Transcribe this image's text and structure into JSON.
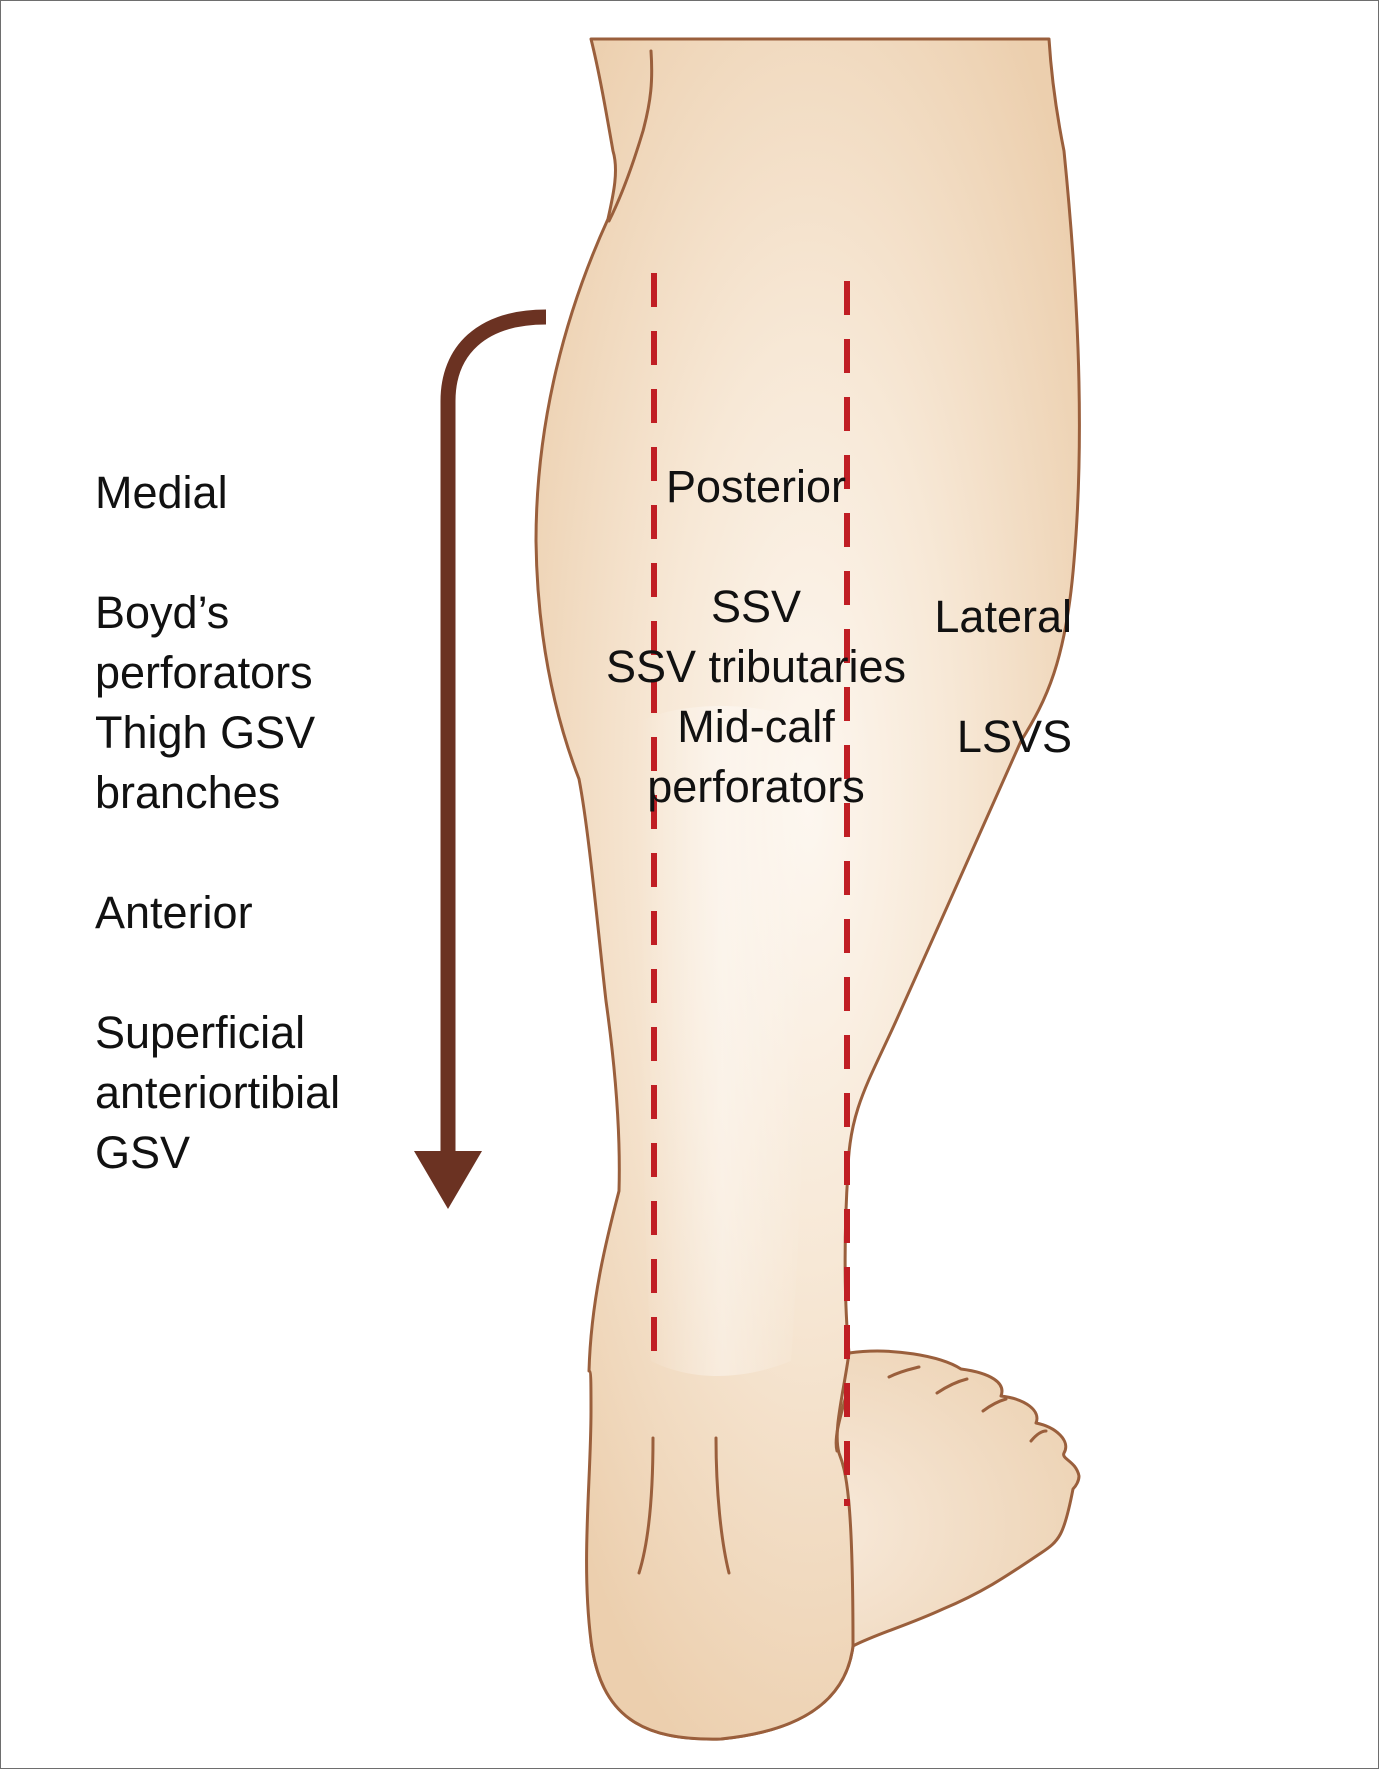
{
  "labels": {
    "medial": "Medial",
    "boyds_1": "Boyd’s",
    "boyds_2": "perforators",
    "thigh_1": "Thigh GSV",
    "thigh_2": "branches",
    "anterior": "Anterior",
    "superficial_1": "Superficial",
    "superficial_2": "anteriortibial",
    "superficial_3": "GSV",
    "posterior": "Posterior",
    "ssv": "SSV",
    "ssv_tributaries": "SSV tributaries",
    "midcalf_1": "Mid-calf",
    "midcalf_2": "perforators",
    "lateral": "Lateral",
    "lsvs": "LSVS"
  },
  "colors": {
    "skin_light": "#fdf7f0",
    "skin": "#f5e2cc",
    "skin_dark": "#ecd2b2",
    "outline": "#9a5f3c",
    "arrow": "#6b3222",
    "dashed_line": "#c01e24",
    "text": "#111111"
  }
}
